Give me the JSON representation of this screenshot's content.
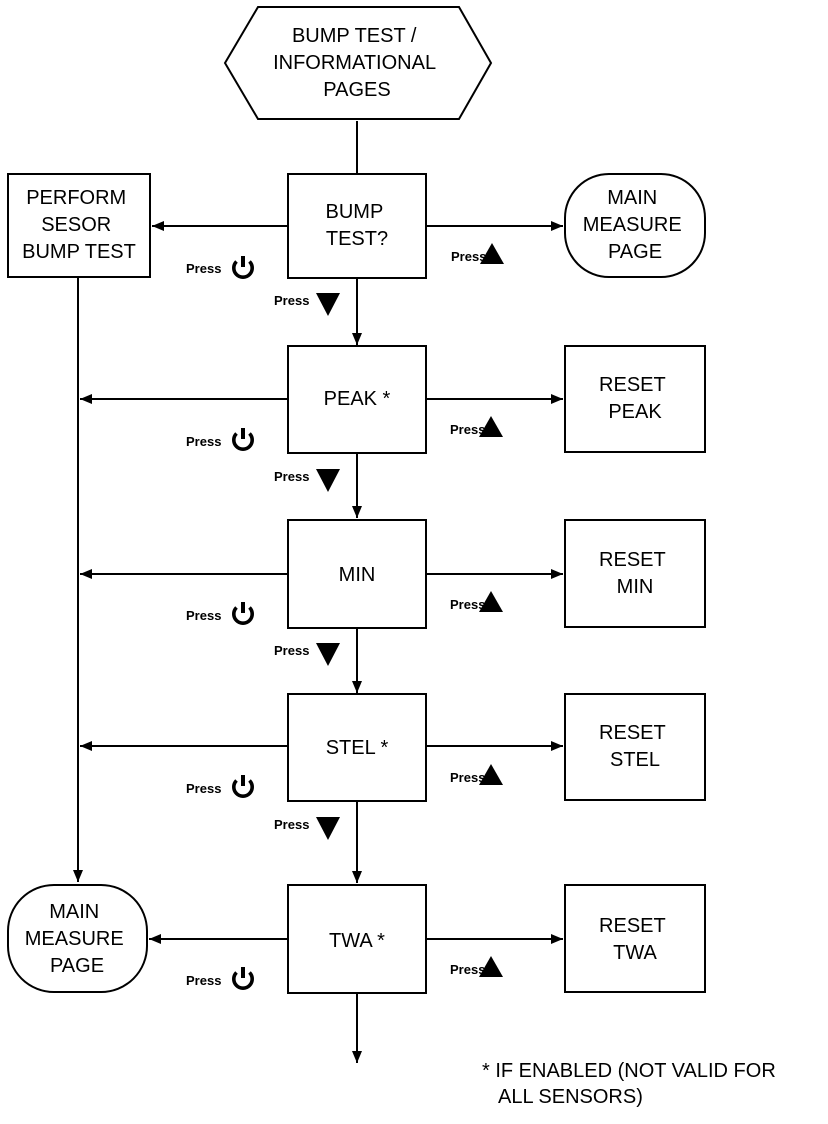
{
  "nodes": {
    "start": [
      "BUMP TEST /",
      "INFORMATIONAL",
      "PAGES"
    ],
    "bump_test": [
      "BUMP",
      "TEST?"
    ],
    "perform_bump": [
      "PERFORM",
      "SESOR",
      "BUMP TEST"
    ],
    "main_measure_top": [
      "MAIN",
      "MEASURE",
      "PAGE"
    ],
    "peak": [
      "PEAK *"
    ],
    "reset_peak": [
      "RESET",
      "PEAK"
    ],
    "min": [
      "MIN"
    ],
    "reset_min": [
      "RESET",
      "MIN"
    ],
    "stel": [
      "STEL *"
    ],
    "reset_stel": [
      "RESET",
      "STEL"
    ],
    "twa": [
      "TWA *"
    ],
    "reset_twa": [
      "RESET",
      "TWA"
    ],
    "main_measure_bottom": [
      "MAIN",
      "MEASURE",
      "PAGE"
    ]
  },
  "press_label": "Press",
  "icons": {
    "power": "power-icon",
    "up": "up-triangle-icon",
    "down": "down-triangle-icon"
  },
  "footnote": {
    "line1": "* IF ENABLED (NOT VALID FOR",
    "line2": "ALL SENSORS)"
  }
}
